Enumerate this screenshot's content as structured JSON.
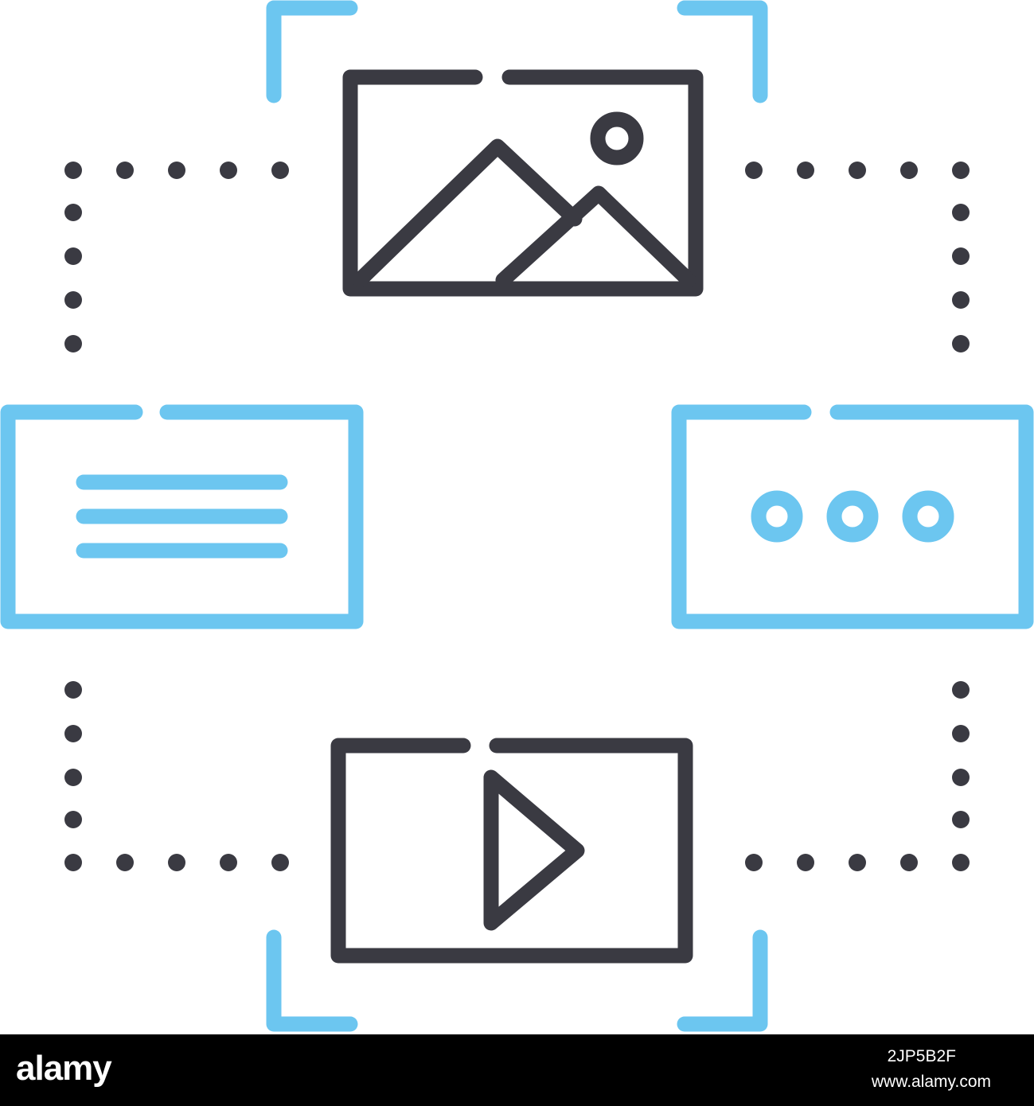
{
  "colors": {
    "dark": "#3a3a42",
    "blue": "#6cc6f0",
    "background": "#ffffff",
    "footer": "#000000",
    "footer_text": "#ffffff"
  },
  "icons": [
    "image-card-icon",
    "text-card-icon",
    "more-card-icon",
    "video-card-icon",
    "focus-bracket-icon",
    "dotted-connector-icon"
  ],
  "footer": {
    "logo": "alamy",
    "image_id": "2JP5B2F",
    "url": "www.alamy.com"
  }
}
